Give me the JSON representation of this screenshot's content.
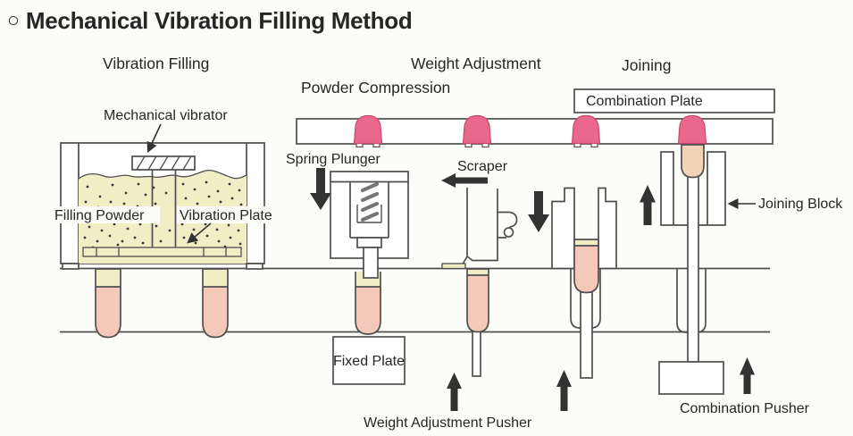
{
  "title": {
    "bullet": "○",
    "text": "Mechanical Vibration Filling Method"
  },
  "stages": {
    "vibration_filling": "Vibration Filling",
    "powder_compression": "Powder Compression",
    "weight_adjustment": "Weight Adjustment",
    "joining": "Joining"
  },
  "labels": {
    "mechanical_vibrator": "Mechanical vibrator",
    "filling_powder": "Filling Powder",
    "vibration_plate": "Vibration Plate",
    "spring_plunger": "Spring Plunger",
    "scraper": "Scraper",
    "fixed_plate": "Fixed Plate",
    "combination_plate": "Combination Plate",
    "joining_block": "Joining Block",
    "weight_adjustment_pusher": "Weight Adjustment Pusher",
    "combination_pusher": "Combination Pusher"
  },
  "colors": {
    "line": "#4f4f4f",
    "powder_yellow": "#f0eec5",
    "tube_pink": "#f5c9ba",
    "head_pink": "#e9688c",
    "head_outline": "#c94a6d",
    "joined_peach": "#f3d3b8",
    "arrow": "#333333",
    "text": "#262626",
    "background": "#fcfcf9"
  }
}
